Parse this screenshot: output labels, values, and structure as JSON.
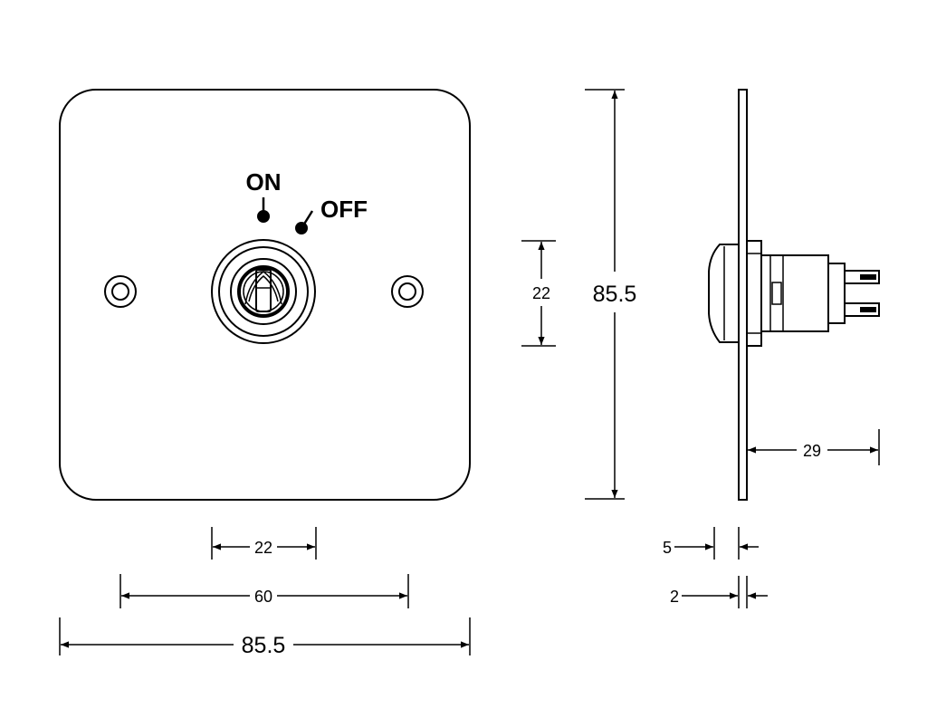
{
  "front_view": {
    "labels": {
      "on": "ON",
      "off": "OFF"
    }
  },
  "dimensions": {
    "front_small_width": "22",
    "front_hole_spacing": "60",
    "front_total_width": "85.5",
    "height_total": "85.5",
    "height_small": "22",
    "side_depth": "29",
    "side_plate_offset": "5",
    "side_plate_thickness": "2"
  }
}
